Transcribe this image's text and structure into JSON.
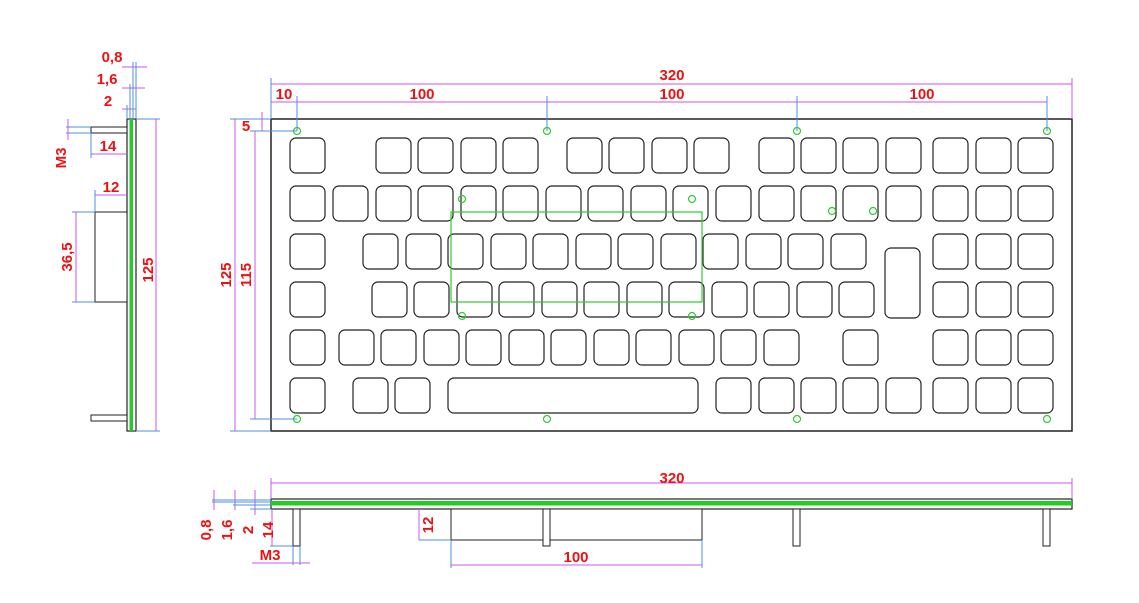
{
  "colors": {
    "dimension_text": "#ee1111",
    "dimension_line": "#cc55ee",
    "pcb": "#22cc22",
    "outline": "#222222",
    "extension": "#4a90e2"
  },
  "front_view": {
    "overall_width": "320",
    "hole_offset_x": "10",
    "hole_pitch_1": "100",
    "hole_pitch_2": "100",
    "hole_pitch_3": "100",
    "hole_offset_y": "5",
    "overall_height": "125",
    "hole_span_y": "115"
  },
  "side_view": {
    "thickness_1": "0,8",
    "thickness_2": "1,6",
    "thickness_3": "2",
    "thread": "M3",
    "standoff_length": "14",
    "connector_depth": "12",
    "connector_height": "36,5",
    "height": "125"
  },
  "bottom_view": {
    "overall_width": "320",
    "thickness_1": "0,8",
    "thickness_2": "1,6",
    "thickness_3": "2",
    "standoff_length": "14",
    "thread": "M3",
    "connector_depth": "12",
    "connector_width": "100"
  }
}
